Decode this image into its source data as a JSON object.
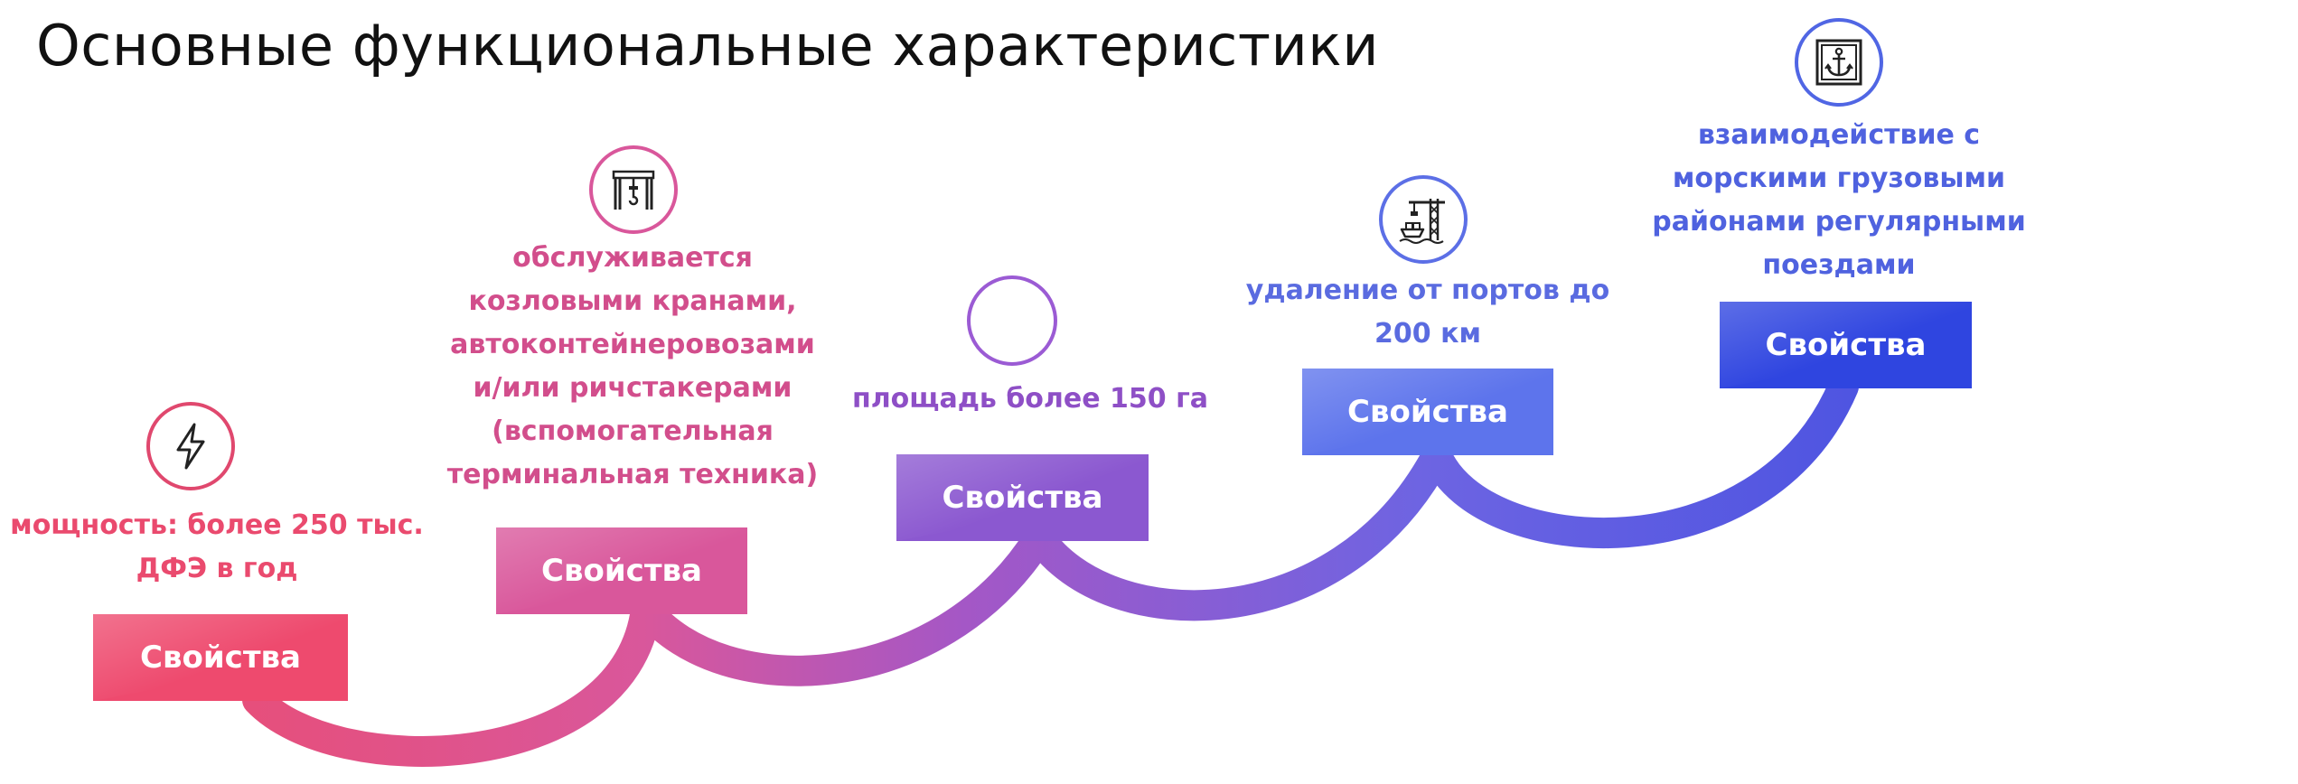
{
  "page": {
    "title": "Основные функциональные характеристики"
  },
  "colors": {
    "step1": "#ea4a6e",
    "step2": "#d9579b",
    "step3": "#8e5bd0",
    "step4": "#5c73ea",
    "step5": "#2f45e0"
  },
  "steps": [
    {
      "button_label": "Свойства",
      "icon": "lightning-icon",
      "text": "мощность: более 250 тыс.\nДФЭ в год"
    },
    {
      "button_label": "Свойства",
      "icon": "gantry-crane-icon",
      "text": "обслуживается\nкозловыми кранами,\nавтоконтейнеровозами\nи/или ричстакерами\n(вспомогательная\nтерминальная техника)"
    },
    {
      "button_label": "Свойства",
      "icon": "empty-circle-icon",
      "text": "площадь более 150 га"
    },
    {
      "button_label": "Свойства",
      "icon": "port-crane-ship-icon",
      "text": "удаление от портов до\n200 км"
    },
    {
      "button_label": "Свойства",
      "icon": "anchor-icon",
      "text": "взаимодействие с\nморскими грузовыми\nрайонами регулярными\nпоездами"
    }
  ]
}
